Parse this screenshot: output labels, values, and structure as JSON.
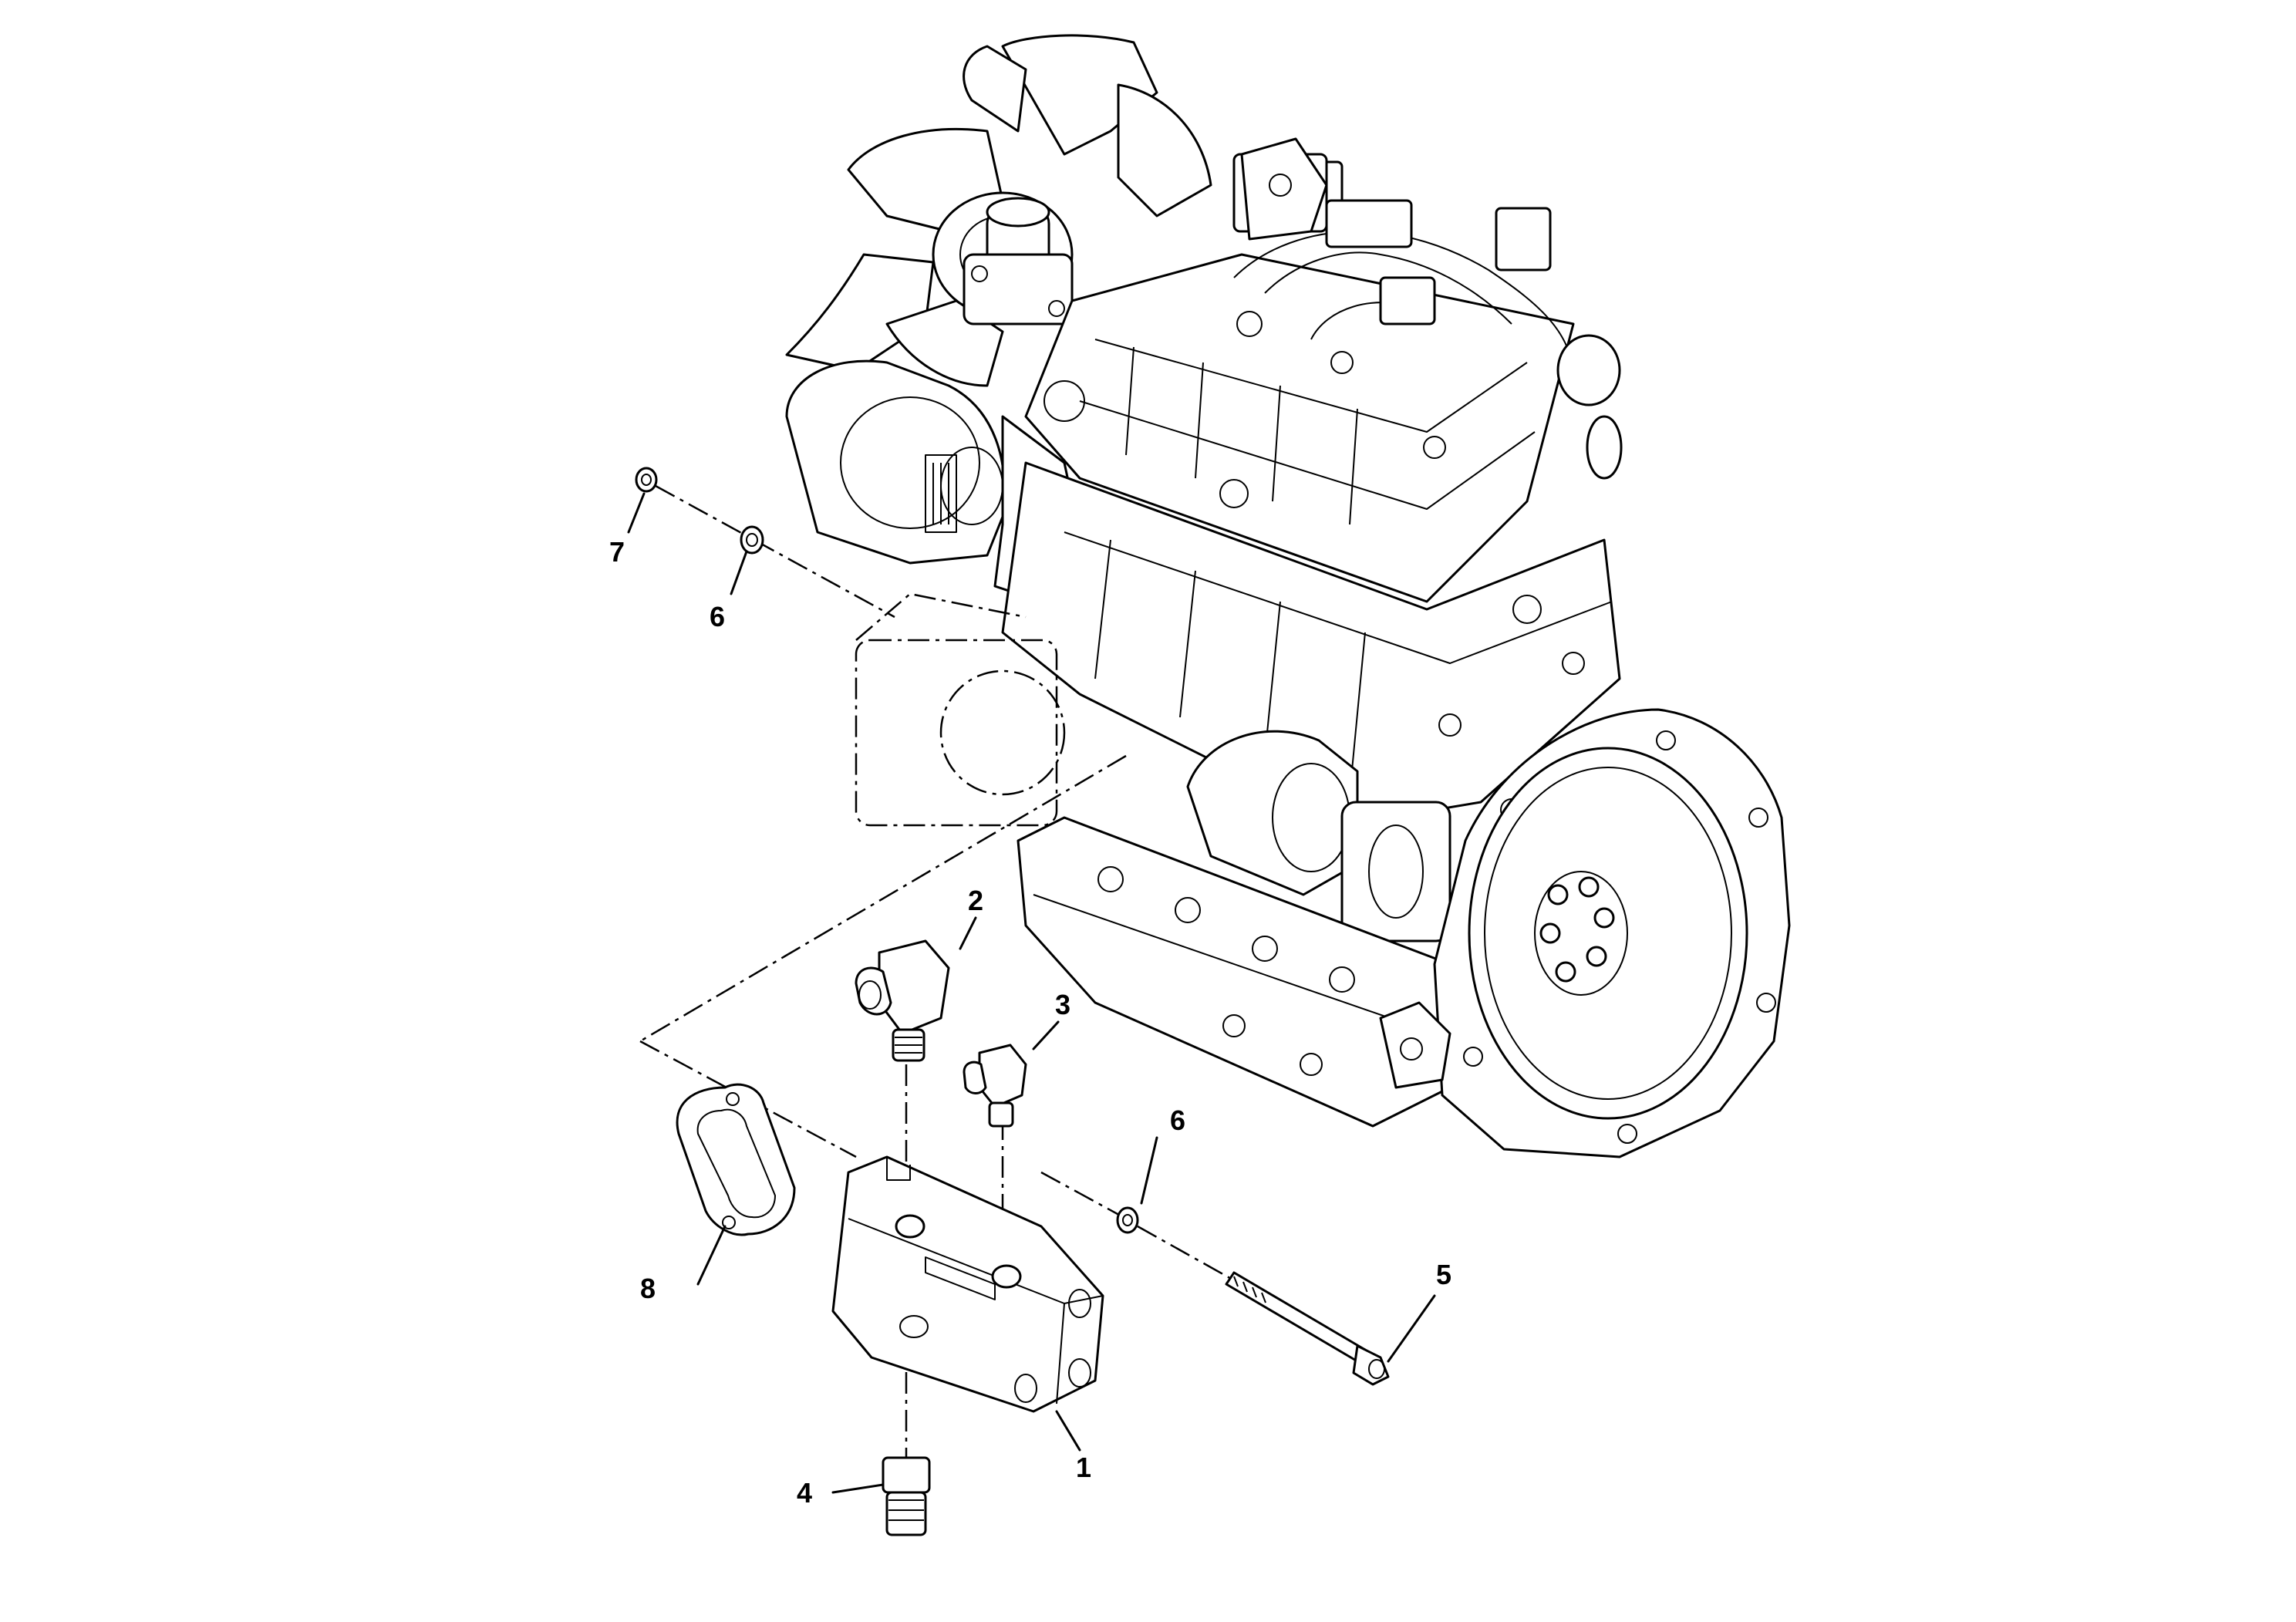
{
  "diagram": {
    "callouts": [
      {
        "id": "c1",
        "text": "1"
      },
      {
        "id": "c2",
        "text": "2"
      },
      {
        "id": "c3",
        "text": "3"
      },
      {
        "id": "c4",
        "text": "4"
      },
      {
        "id": "c5",
        "text": "5"
      },
      {
        "id": "c6a",
        "text": "6"
      },
      {
        "id": "c6b",
        "text": "6"
      },
      {
        "id": "c7",
        "text": "7"
      },
      {
        "id": "c8",
        "text": "8"
      }
    ]
  }
}
